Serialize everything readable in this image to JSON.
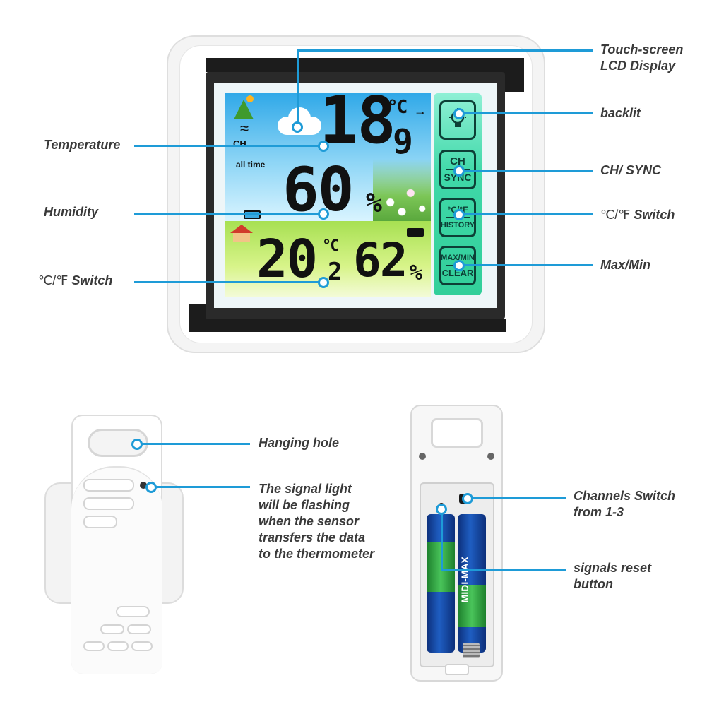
{
  "display": {
    "outdoor_temp_main": "18",
    "outdoor_temp_decimal": "9",
    "outdoor_temp_unit": "°C",
    "outdoor_humidity": "60",
    "humidity_unit": "%",
    "channel_label": "CH",
    "all_time_label": "all time",
    "indoor_temp_main": "20",
    "indoor_temp_decimal": "2",
    "indoor_temp_unit": "°C",
    "indoor_humidity": "62",
    "indoor_humidity_unit": "%"
  },
  "buttons": {
    "ch_top": "CH",
    "ch_bottom": "SYNC",
    "unit_top": "°C/°F",
    "unit_bottom": "HISTORY",
    "maxmin_top": "MAX/MIN",
    "maxmin_bottom": "CLEAR"
  },
  "callouts": {
    "touch_screen": [
      "Touch-screen",
      "LCD Display"
    ],
    "backlit": "backlit",
    "ch_sync": "CH/ SYNC",
    "unit_switch_right_symbol": "℃/℉",
    "unit_switch_right_text": "Switch",
    "max_min": "Max/Min",
    "temperature": "Temperature",
    "humidity": "Humidity",
    "unit_switch_left_symbol": "℃/℉",
    "unit_switch_left_text": "Switch",
    "hanging_hole": "Hanging hole",
    "signal_light": [
      "The signal light",
      "will be flashing",
      "when the sensor",
      "transfers the data",
      "to the thermometer"
    ],
    "channels_switch": [
      "Channels Switch",
      "from 1-3"
    ],
    "reset_button": [
      "signals reset",
      "button"
    ]
  },
  "battery": {
    "brand": "MIDI-MAX"
  },
  "colors": {
    "accent_line": "#1e9bd7",
    "label_text": "#3a3a3a",
    "lcd_sky_top": "#2fa8e8",
    "lcd_sky_bottom": "#c9f0ff",
    "lcd_indoor": "#b9e84a",
    "button_panel": "#4fe0b5"
  }
}
